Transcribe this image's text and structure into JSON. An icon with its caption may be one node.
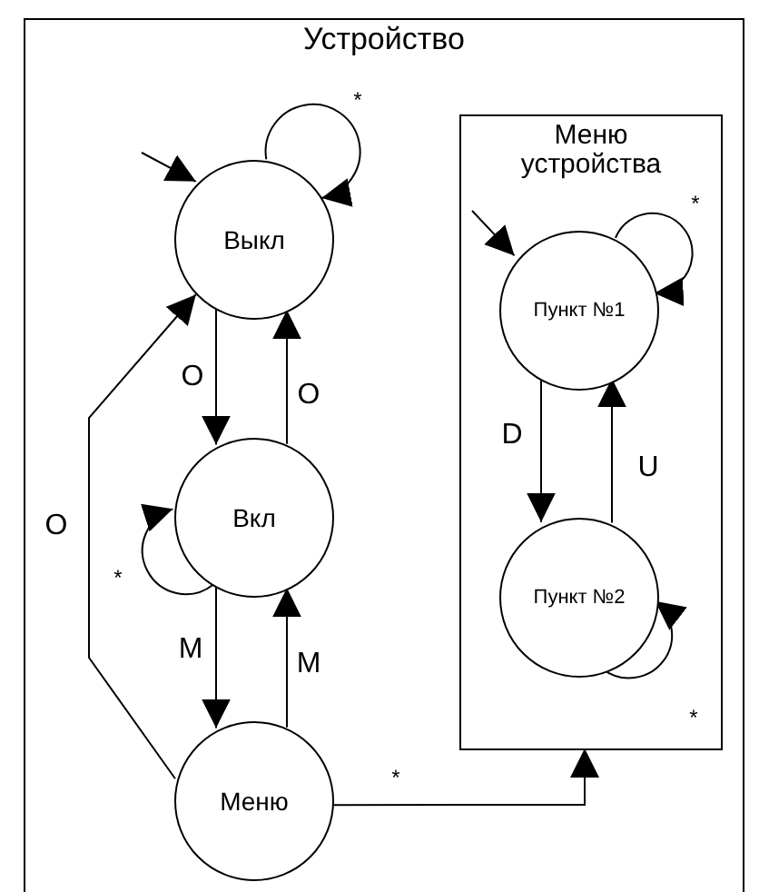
{
  "diagram": {
    "nodes": [
      {
        "text": [
          "Устройство"
        ]
      },
      {
        "text": [
          "Выкл"
        ],
        "in": 0
      },
      {
        "text": [
          "Вкл"
        ],
        "in": 0
      },
      {
        "text": [
          "Меню"
        ],
        "in": 0
      },
      {
        "text": [
          "Меню устройства"
        ],
        "in": 0
      },
      {
        "text": [
          "Пункт №1"
        ],
        "in": 4
      },
      {
        "text": [
          "Пункт №2"
        ],
        "in": 4
      }
    ],
    "edges": [
      {
        "from": null,
        "to": 1,
        "arrow": "to"
      },
      {
        "from": 1,
        "to": 1,
        "label": "*",
        "arrow": "to"
      },
      {
        "from": 1,
        "to": 2,
        "label": "O",
        "arrow": "to"
      },
      {
        "from": 2,
        "to": 1,
        "label": "O",
        "arrow": "to"
      },
      {
        "from": 2,
        "to": 2,
        "label": "*",
        "arrow": "to"
      },
      {
        "from": 2,
        "to": 3,
        "label": "M",
        "arrow": "to"
      },
      {
        "from": 3,
        "to": 2,
        "label": "M",
        "arrow": "to"
      },
      {
        "from": 3,
        "to": 1,
        "label": "O",
        "arrow": "to"
      },
      {
        "from": 3,
        "to": 4,
        "label": "*",
        "arrow": "to"
      },
      {
        "from": null,
        "to": 5,
        "arrow": "to"
      },
      {
        "from": 5,
        "to": 5,
        "label": "*",
        "arrow": "to"
      },
      {
        "from": 5,
        "to": 6,
        "label": "D",
        "arrow": "to"
      },
      {
        "from": 6,
        "to": 5,
        "label": "U",
        "arrow": "to"
      },
      {
        "from": 6,
        "to": 6,
        "label": "*",
        "arrow": "to"
      }
    ]
  }
}
